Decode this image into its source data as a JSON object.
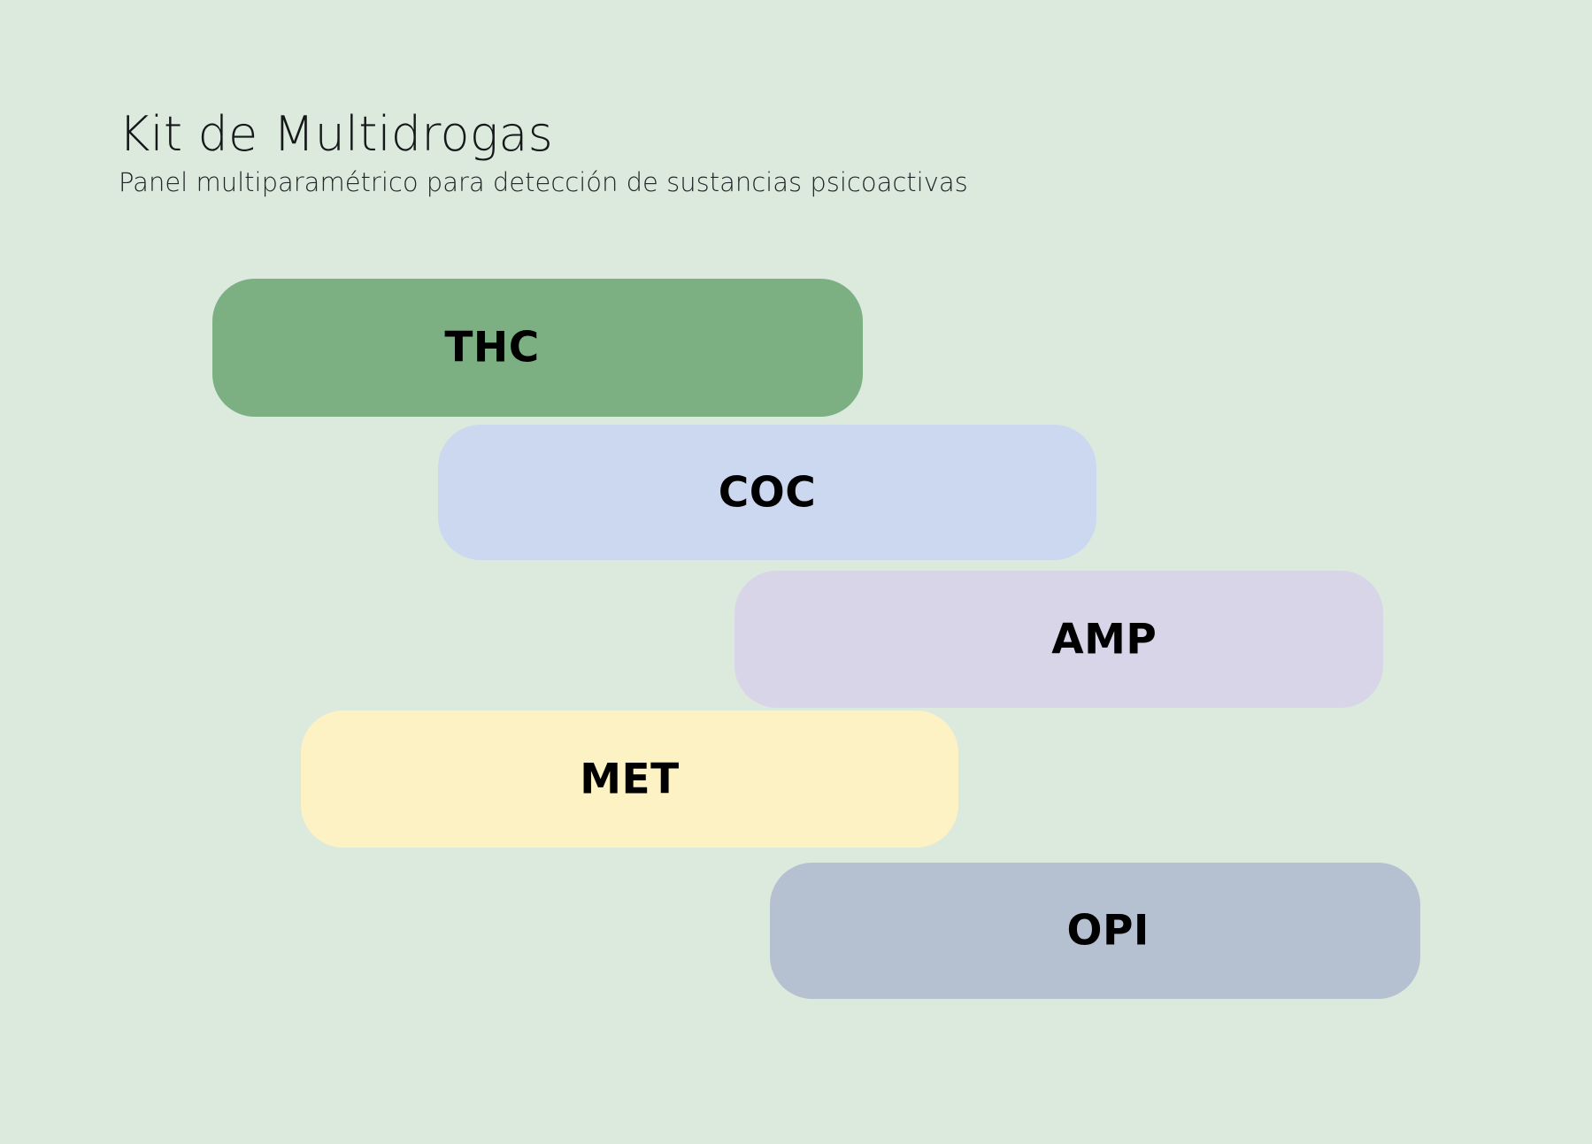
{
  "page": {
    "background_color": "#dce9dd",
    "title": "Kit de Multidrogas",
    "subtitle": "Panel multiparamétrico para detección de sustancias psicoactivas"
  },
  "chart_data": {
    "type": "bar",
    "title": "Kit de Multidrogas",
    "subtitle": "Panel multiparamétrico para detección de sustancias psicoactivas",
    "orientation": "horizontal",
    "grid": false,
    "legend": "none",
    "xlabel": "",
    "ylabel": "",
    "categories": [
      "THC",
      "COC",
      "AMP",
      "MET",
      "OPI"
    ],
    "values": [
      735,
      744,
      733,
      743,
      735
    ],
    "offsets": [
      240,
      495,
      830,
      340,
      870
    ],
    "colors": [
      "#7cb083",
      "#ccd8f0",
      "#d9d5e9",
      "#fdf2c4",
      "#b5c0d0"
    ]
  },
  "bars": [
    {
      "id": "thc",
      "label": "THC",
      "color": "#7cb083",
      "text_color": "#000000"
    },
    {
      "id": "coc",
      "label": "COC",
      "color": "#ccd8f0",
      "text_color": "#000000"
    },
    {
      "id": "amp",
      "label": "AMP",
      "color": "#d9d5e9",
      "text_color": "#000000"
    },
    {
      "id": "met",
      "label": "MET",
      "color": "#fdf2c4",
      "text_color": "#000000"
    },
    {
      "id": "opi",
      "label": "OPI",
      "color": "#b5c0d0",
      "text_color": "#000000"
    }
  ]
}
